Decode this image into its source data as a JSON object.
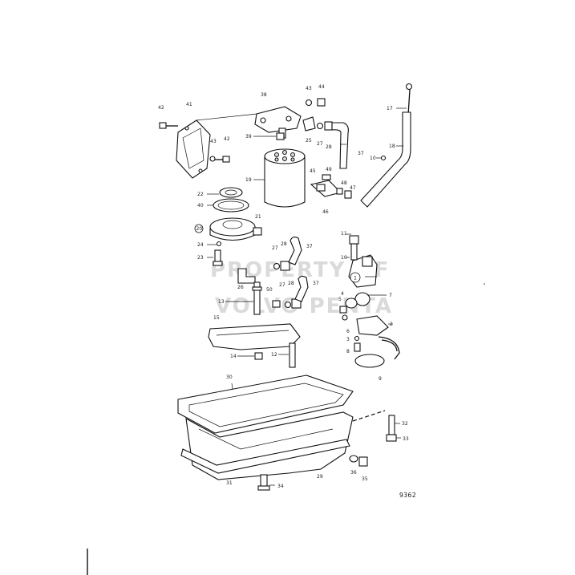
{
  "figure": {
    "figure_number": "9362",
    "watermark_lines": [
      "PROPERTY OF",
      "VOLVO PENTA"
    ]
  },
  "callouts": {
    "c1": "1",
    "c2": "2",
    "c3": "3",
    "c4": "4",
    "c5": "5",
    "c6": "6",
    "c7": "7",
    "c8": "8",
    "c9": "9",
    "c10a": "10",
    "c10b": "10",
    "c11": "11",
    "c12": "12",
    "c13": "13",
    "c14": "14",
    "c15": "15",
    "c17": "17",
    "c18": "18",
    "c19": "19",
    "c20": "20",
    "c21": "21",
    "c22": "22",
    "c23": "23",
    "c24": "24",
    "c25": "25",
    "c26": "26",
    "c27a": "27",
    "c27b": "27",
    "c27c": "27",
    "c28a": "28",
    "c28b": "28",
    "c28c": "28",
    "c29": "29",
    "c30": "30",
    "c31": "31",
    "c32": "32",
    "c33": "33",
    "c34": "34",
    "c35": "35",
    "c36": "36",
    "c37a": "37",
    "c37b": "37",
    "c37c": "37",
    "c38": "38",
    "c39": "39",
    "c40": "40",
    "c41": "41",
    "c42a": "42",
    "c42b": "42",
    "c43a": "43",
    "c43b": "43",
    "c44": "44",
    "c45": "45",
    "c46": "46",
    "c47": "47",
    "c48": "48",
    "c49": "49",
    "c50": "50"
  }
}
